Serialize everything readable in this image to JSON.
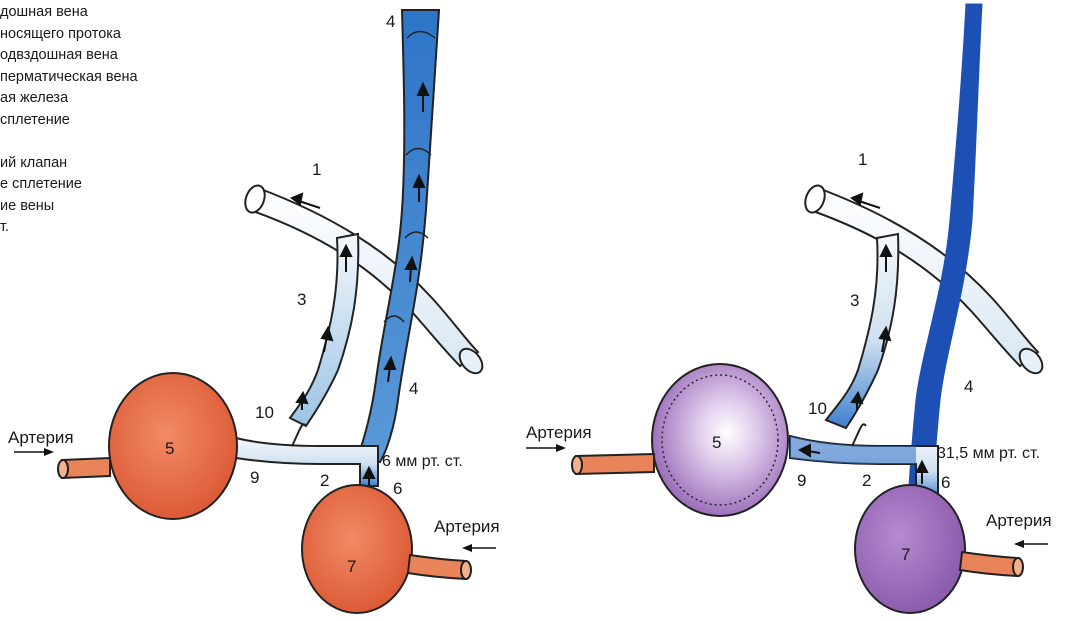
{
  "legend": [
    "дошная вена",
    "носящего протока",
    "одвздошная вена",
    "перматическая вена",
    "ая железа",
    "сплетение",
    "",
    "ий клапан",
    "е сплетение",
    "ие вены",
    "т."
  ],
  "left_panel": {
    "pressure": "6 мм рт. ст.",
    "artery_left": "Артерия",
    "artery_right": "Артерия",
    "labels": {
      "n1": "1",
      "n2": "2",
      "n3": "3",
      "n4_top": "4",
      "n4": "4",
      "n5": "5",
      "n6": "6",
      "n7": "7",
      "n9": "9",
      "n10": "10"
    }
  },
  "right_panel": {
    "pressure": "31,5 мм рт. ст.",
    "artery_left": "Артерия",
    "artery_right": "Артерия",
    "labels": {
      "n1": "1",
      "n2": "2",
      "n3": "3",
      "n4": "4",
      "n5": "5",
      "n6": "6",
      "n7": "7",
      "n9": "9",
      "n10": "10"
    }
  },
  "colors": {
    "testis_normal": "#e8643f",
    "testis_affected": "#9a6ab8",
    "vein_light": "#d6e6f2",
    "vein_blue": "#4a8fd0",
    "vein_dark": "#1a4fb0",
    "artery": "#e8835a"
  }
}
